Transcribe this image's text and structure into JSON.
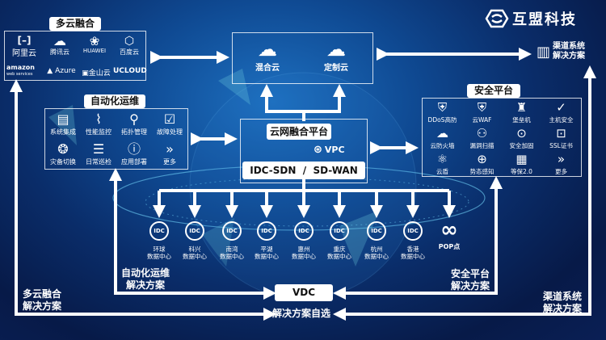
{
  "brand": {
    "name": "互盟科技"
  },
  "multi_cloud": {
    "title": "多云融合",
    "providers": [
      "阿里云",
      "腾讯云",
      "HUAWEI",
      "百度云",
      "amazon",
      "web services",
      "Azure",
      "金山云",
      "UCLOUD"
    ]
  },
  "cloud_types": {
    "hybrid": "混合云",
    "custom": "定制云"
  },
  "channel": {
    "line1": "渠道系统",
    "line2": "解决方案"
  },
  "ops": {
    "title": "自动化运维",
    "items": [
      "系统集成",
      "性能监控",
      "拓扑管理",
      "故障处理",
      "灾备切换",
      "日常巡检",
      "应用部署",
      "更多"
    ]
  },
  "security": {
    "title": "安全平台",
    "items": [
      "DDoS高防",
      "云WAF",
      "堡垒机",
      "主机安全",
      "云防火墙",
      "漏洞扫描",
      "安全加固",
      "SSL证书",
      "云盾",
      "势态感知",
      "等保2.0",
      "更多"
    ]
  },
  "center": {
    "platform": "云网融合平台",
    "vpc": "VPC",
    "network": "IDC-SDN  /  SD-WAN"
  },
  "idcs": [
    {
      "icon": "IDC",
      "l1": "环球",
      "l2": "数据中心"
    },
    {
      "icon": "IDC",
      "l1": "科兴",
      "l2": "数据中心"
    },
    {
      "icon": "IDC",
      "l1": "南湾",
      "l2": "数据中心"
    },
    {
      "icon": "IDC",
      "l1": "平湖",
      "l2": "数据中心"
    },
    {
      "icon": "IDC",
      "l1": "惠州",
      "l2": "数据中心"
    },
    {
      "icon": "IDC",
      "l1": "重庆",
      "l2": "数据中心"
    },
    {
      "icon": "IDC",
      "l1": "杭州",
      "l2": "数据中心"
    },
    {
      "icon": "IDC",
      "l1": "香港",
      "l2": "数据中心"
    }
  ],
  "pop": {
    "label": "POP点"
  },
  "solutions": {
    "multi": {
      "l1": "多云融合",
      "l2": "解决方案"
    },
    "ops": {
      "l1": "自动化运维",
      "l2": "解决方案"
    },
    "sec": {
      "l1": "安全平台",
      "l2": "解决方案"
    },
    "channel": {
      "l1": "渠道系统",
      "l2": "解决方案"
    }
  },
  "vdc": {
    "label": "VDC",
    "caption": "解决方案自选"
  }
}
